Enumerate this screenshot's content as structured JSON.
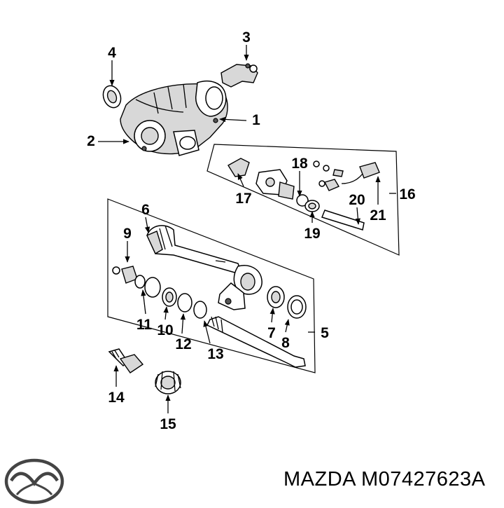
{
  "callouts": {
    "c1": "1",
    "c2": "2",
    "c3": "3",
    "c4": "4",
    "c5": "5",
    "c6": "6",
    "c7": "7",
    "c8": "8",
    "c9": "9",
    "c10": "10",
    "c11": "11",
    "c12": "12",
    "c13": "13",
    "c14": "14",
    "c15": "15",
    "c16": "16",
    "c17": "17",
    "c18": "18",
    "c19": "19",
    "c20": "20",
    "c21": "21"
  },
  "footer": {
    "brand_logo": "mazda-logo-icon",
    "part_label": "MAZDA M07427623A"
  }
}
